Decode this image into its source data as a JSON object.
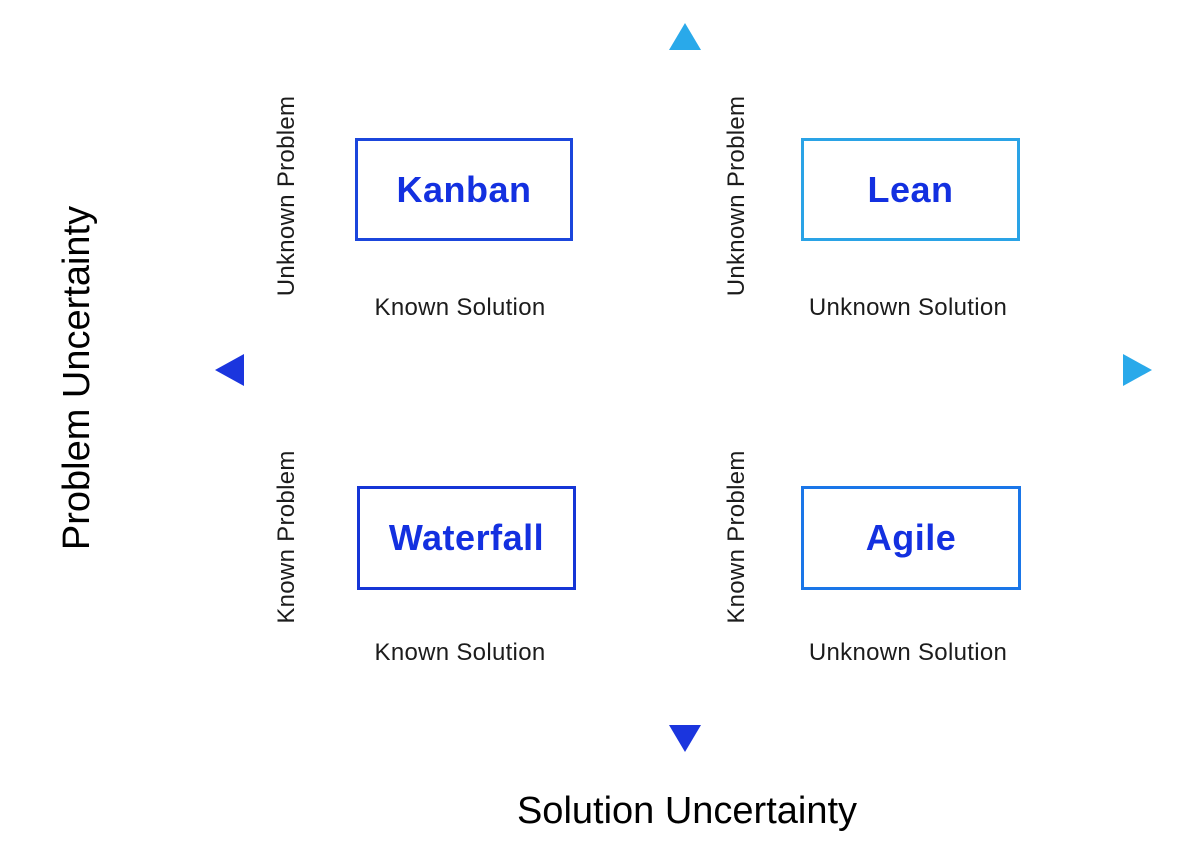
{
  "figure": {
    "x_axis_title": "Solution Uncertainty",
    "y_axis_title": "Problem Uncertainty"
  },
  "quadrants": {
    "top_left": {
      "method": "Kanban",
      "problem_label": "Unknown Problem",
      "solution_label": "Known Solution",
      "border_color": "#1b46dc"
    },
    "top_right": {
      "method": "Lean",
      "problem_label": "Unknown Problem",
      "solution_label": "Unknown Solution",
      "border_color": "#2aa3e6"
    },
    "bottom_left": {
      "method": "Waterfall",
      "problem_label": "Known Problem",
      "solution_label": "Known Solution",
      "border_color": "#1535d6"
    },
    "bottom_right": {
      "method": "Agile",
      "problem_label": "Known Problem",
      "solution_label": "Unknown Solution",
      "border_color": "#1a76e8"
    }
  },
  "colors": {
    "axis_dark_blue": "#1b35de",
    "axis_light_blue": "#29a9ea",
    "method_text": "#1330e0",
    "label_text": "#1c1c1c"
  }
}
